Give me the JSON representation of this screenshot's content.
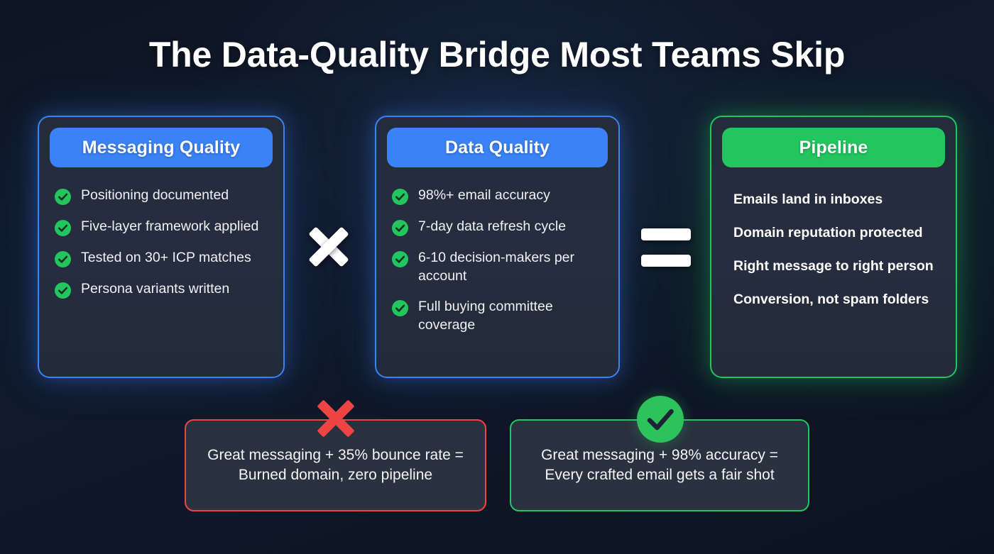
{
  "page": {
    "title": "The Data-Quality Bridge Most Teams Skip",
    "background_color": "#0e1624"
  },
  "operators": {
    "multiply": "×",
    "equals": "="
  },
  "colors": {
    "accent_blue": "#3b82f6",
    "accent_green": "#22c55e",
    "accent_red": "#ef4444",
    "card_background": "#252d3e",
    "text_primary": "#ffffff"
  },
  "cards": [
    {
      "heading": "Messaging Quality",
      "accent": "#3b82f6",
      "style": "checklist",
      "items": [
        "Positioning documented",
        "Five-layer framework applied",
        "Tested on 30+ ICP matches",
        "Persona variants written"
      ]
    },
    {
      "heading": "Data Quality",
      "accent": "#3b82f6",
      "style": "checklist",
      "items": [
        "98%+ email accuracy",
        "7-day data refresh cycle",
        "6-10 decision-makers per account",
        "Full buying committee coverage"
      ]
    },
    {
      "heading": "Pipeline",
      "accent": "#22c55e",
      "style": "plain",
      "items": [
        "Emails land in inboxes",
        "Domain reputation protected",
        "Right message to right person",
        "Conversion, not spam folders"
      ]
    }
  ],
  "results": [
    {
      "icon": "red-x-icon",
      "accent": "#ef4444",
      "line1": "Great messaging + 35% bounce rate =",
      "line2": "Burned domain, zero pipeline"
    },
    {
      "icon": "green-check-icon",
      "accent": "#22c55e",
      "line1": "Great messaging + 98% accuracy =",
      "line2": "Every crafted email gets a fair shot"
    }
  ]
}
